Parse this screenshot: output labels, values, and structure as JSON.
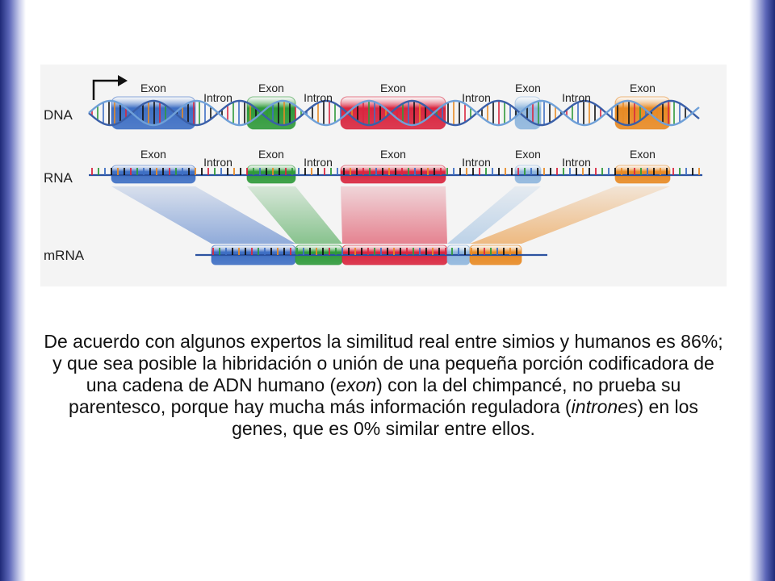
{
  "diagram": {
    "row_labels": {
      "dna": "DNA",
      "rna": "RNA",
      "mrna": "mRNA"
    },
    "segments": [
      {
        "kind": "exon",
        "label": "Exon",
        "color": "#3e6fc4"
      },
      {
        "kind": "intron",
        "label": "Intron"
      },
      {
        "kind": "exon",
        "label": "Exon",
        "color": "#2f9a3a"
      },
      {
        "kind": "intron",
        "label": "Intron"
      },
      {
        "kind": "exon",
        "label": "Exon",
        "color": "#d9263f"
      },
      {
        "kind": "intron",
        "label": "Intron"
      },
      {
        "kind": "exon",
        "label": "Exon",
        "color": "#8fb6dd"
      },
      {
        "kind": "intron",
        "label": "Intron"
      },
      {
        "kind": "exon",
        "label": "Exon",
        "color": "#e88a24"
      }
    ],
    "colors": {
      "dna_strand_a": "#3a5fa8",
      "dna_strand_b": "#6fa0d8",
      "rna_line": "#2b52a0",
      "background": "#f4f4f4"
    }
  },
  "caption": {
    "part1": "De acuerdo con algunos expertos la similitud real entre simios y humanos es 86%; y que sea posible la hibridación o unión de una pequeña porción codificadora de una cadena de ADN humano (",
    "exon_word": "exon",
    "part2": ") con la del chimpancé, no prueba su parentesco, porque hay mucha más información reguladora (",
    "introns_word": "intrones",
    "part3": ") en los genes, que es 0% similar entre ellos."
  },
  "frame": {
    "border_color": "#1f2a78"
  }
}
